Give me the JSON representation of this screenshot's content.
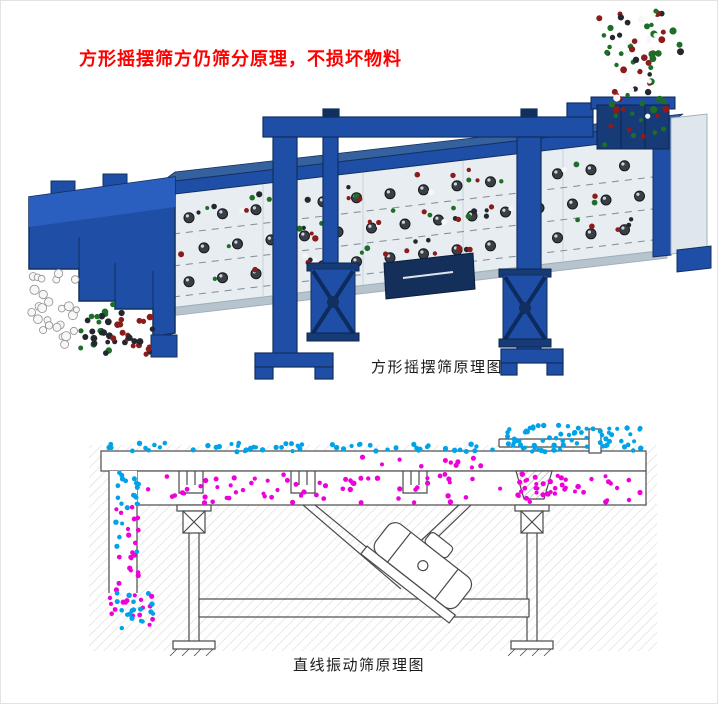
{
  "page": {
    "title": "方形摇摆筛方仍筛分原理，不损坏物料",
    "title_color": "#ff0000",
    "background": "#ffffff"
  },
  "diagrams": {
    "swing_sieve": {
      "caption": "方形摇摆筛原理图",
      "colors": {
        "machine_blue": "#1e4ea6",
        "machine_dark": "#12305f",
        "panel_light": "#e7edf0",
        "particle_red": "#8a1c1c",
        "particle_green": "#1f6e28",
        "particle_dark": "#23272e",
        "particle_white": "#f7f7f7"
      }
    },
    "linear_sieve": {
      "caption": "直线振动筛原理图",
      "colors": {
        "line_gray": "#4a4a4a",
        "particle_blue": "#00a2e8",
        "particle_magenta": "#ee00d8"
      }
    }
  }
}
